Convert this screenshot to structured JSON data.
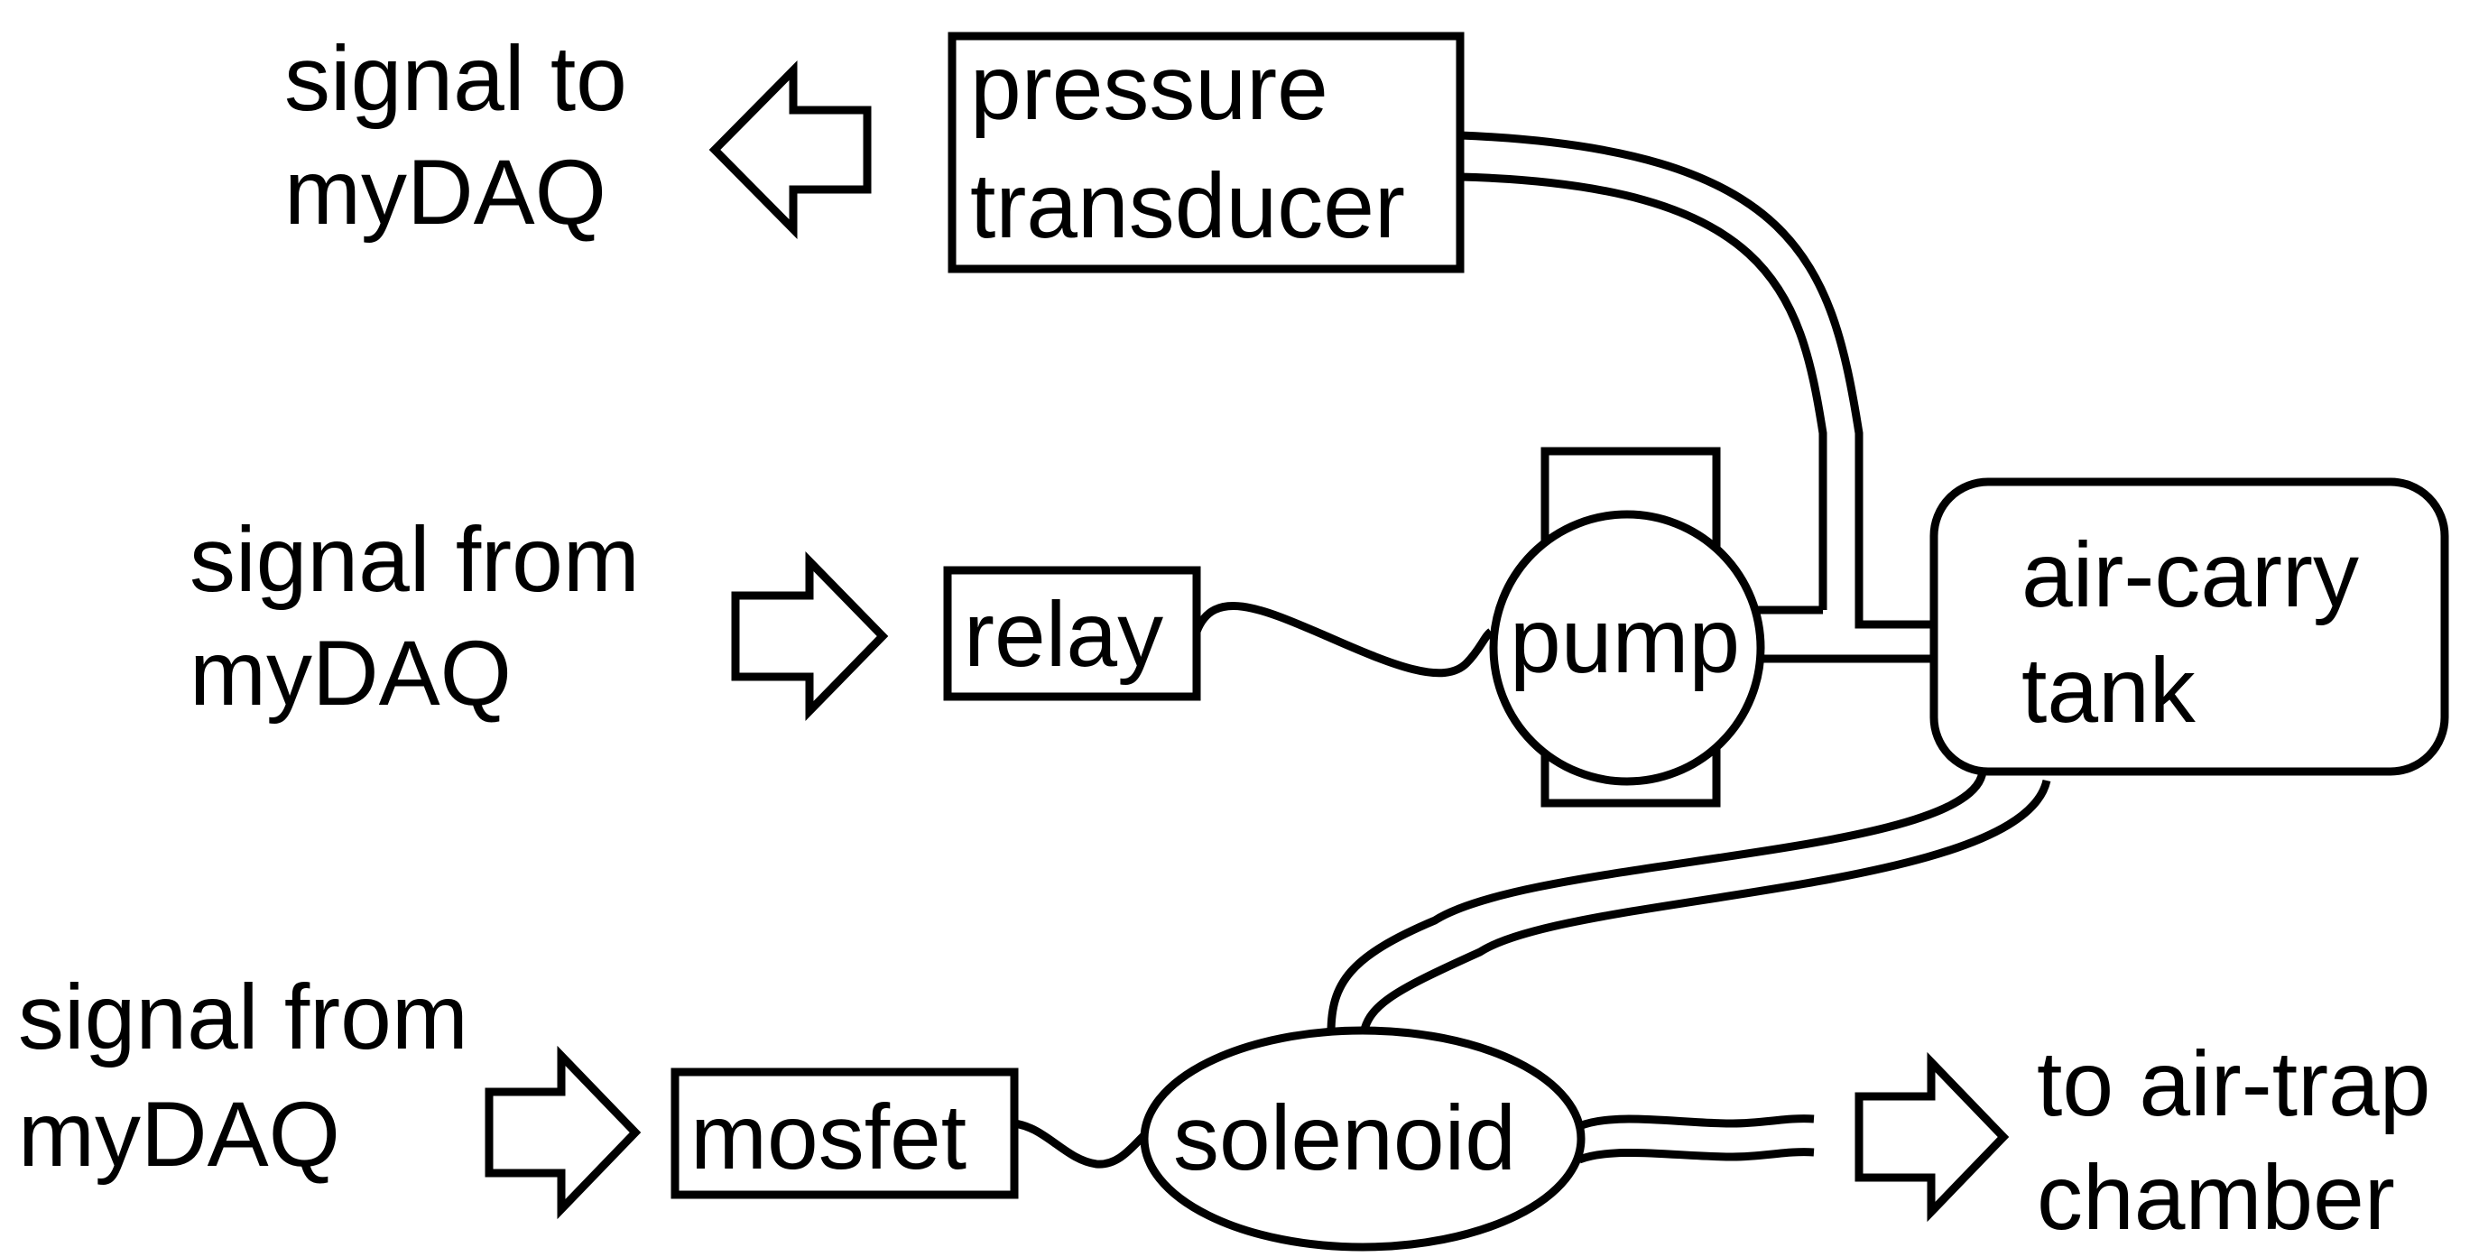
{
  "labels": {
    "signal_to_mydaq": [
      "signal to",
      "myDAQ"
    ],
    "signal_from_mydaq_relay": [
      "signal from",
      "myDAQ"
    ],
    "signal_from_mydaq_mosfet": [
      "signal from",
      "myDAQ"
    ],
    "to_air_trap": [
      "to air-trap",
      "chamber"
    ]
  },
  "components": {
    "pressure_transducer": [
      "pressure",
      "transducer"
    ],
    "relay": "relay",
    "pump": "pump",
    "air_carry_tank": [
      "air-carry",
      "tank"
    ],
    "mosfet": "mosfet",
    "solenoid": "solenoid"
  }
}
